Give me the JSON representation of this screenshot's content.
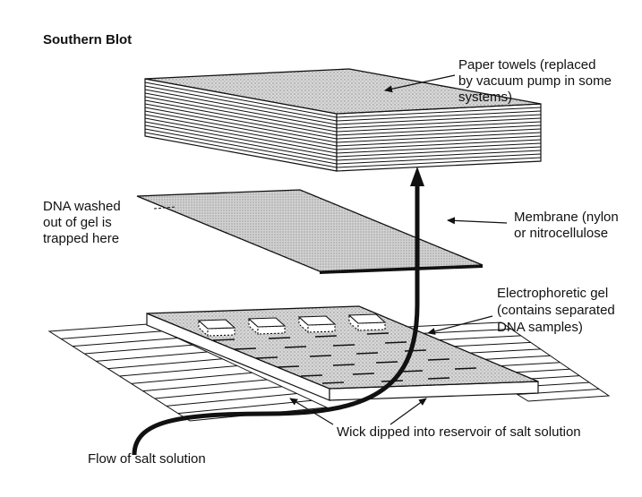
{
  "title": "Southern Blot",
  "labels": {
    "paper_towels": [
      "Paper towels (replaced",
      "by vacuum pump in some",
      "systems)"
    ],
    "dna_washed": [
      "DNA washed",
      "out of gel is",
      "trapped here"
    ],
    "membrane": [
      "Membrane (nylon",
      "or nitrocellulose"
    ],
    "gel": [
      "Electrophoretic gel",
      "(contains separated",
      "DNA samples)"
    ],
    "wick": "Wick dipped into reservoir of salt solution",
    "flow": "Flow of salt solution"
  },
  "colors": {
    "ink": "#111111",
    "stipple": "#c9c9c9",
    "membrane_fill": "#cfcfcf",
    "towel_top": "#cdcdcd"
  }
}
